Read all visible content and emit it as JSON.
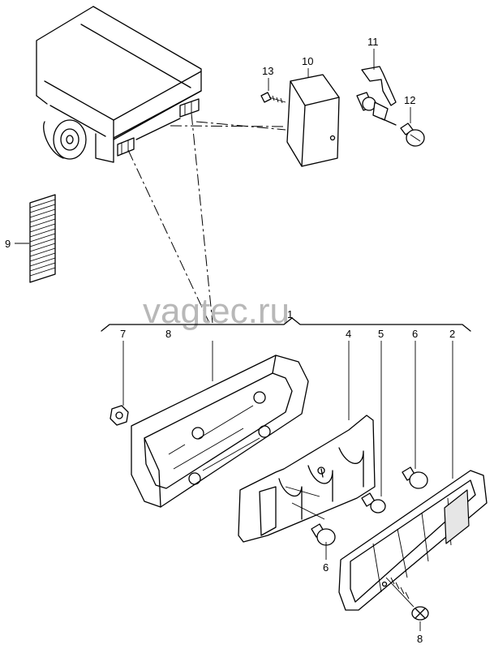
{
  "watermark": "vagtec.ru",
  "callouts": {
    "c1": "1",
    "c2": "2",
    "c4": "4",
    "c5": "5",
    "c6a": "6",
    "c6b": "6",
    "c7": "7",
    "c8a": "8",
    "c8b": "8",
    "c9": "9",
    "c10": "10",
    "c11": "11",
    "c12": "12",
    "c13": "13"
  }
}
